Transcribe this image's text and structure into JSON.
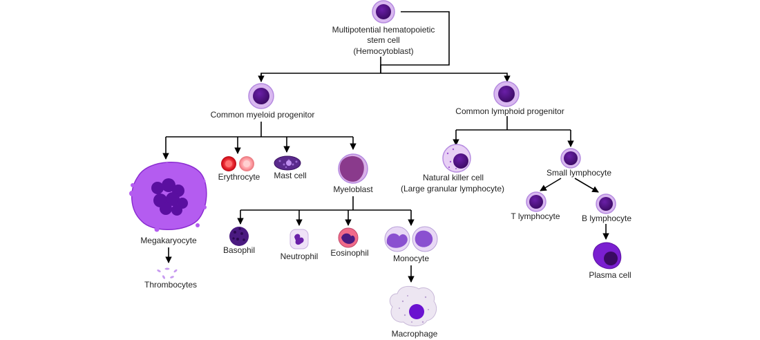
{
  "stem_cell": {
    "line1": "Multipotential hematopoietic",
    "line2": "stem cell",
    "line3": "(Hemocytoblast)"
  },
  "myeloid_progenitor": "Common myeloid progenitor",
  "lymphoid_progenitor": "Common lymphoid progenitor",
  "megakaryocyte": "Megakaryocyte",
  "thrombocytes": "Thrombocytes",
  "erythrocyte": "Erythrocyte",
  "mast_cell": "Mast cell",
  "myeloblast": "Myeloblast",
  "basophil": "Basophil",
  "neutrophil": "Neutrophil",
  "eosinophil": "Eosinophil",
  "monocyte": "Monocyte",
  "macrophage": "Macrophage",
  "nk_cell": {
    "line1": "Natural killer cell",
    "line2": "(Large granular lymphocyte)"
  },
  "small_lymphocyte": "Small lymphocyte",
  "t_lymphocyte": "T lymphocyte",
  "b_lymphocyte": "B lymphocyte",
  "plasma_cell": "Plasma cell",
  "colors": {
    "nucleus": "#4a0d7a",
    "cell_light": "#d9b8f0",
    "membrane": "#b58ae0",
    "erythrocyte": "#e0141c",
    "mast": "#5a2a8c"
  }
}
